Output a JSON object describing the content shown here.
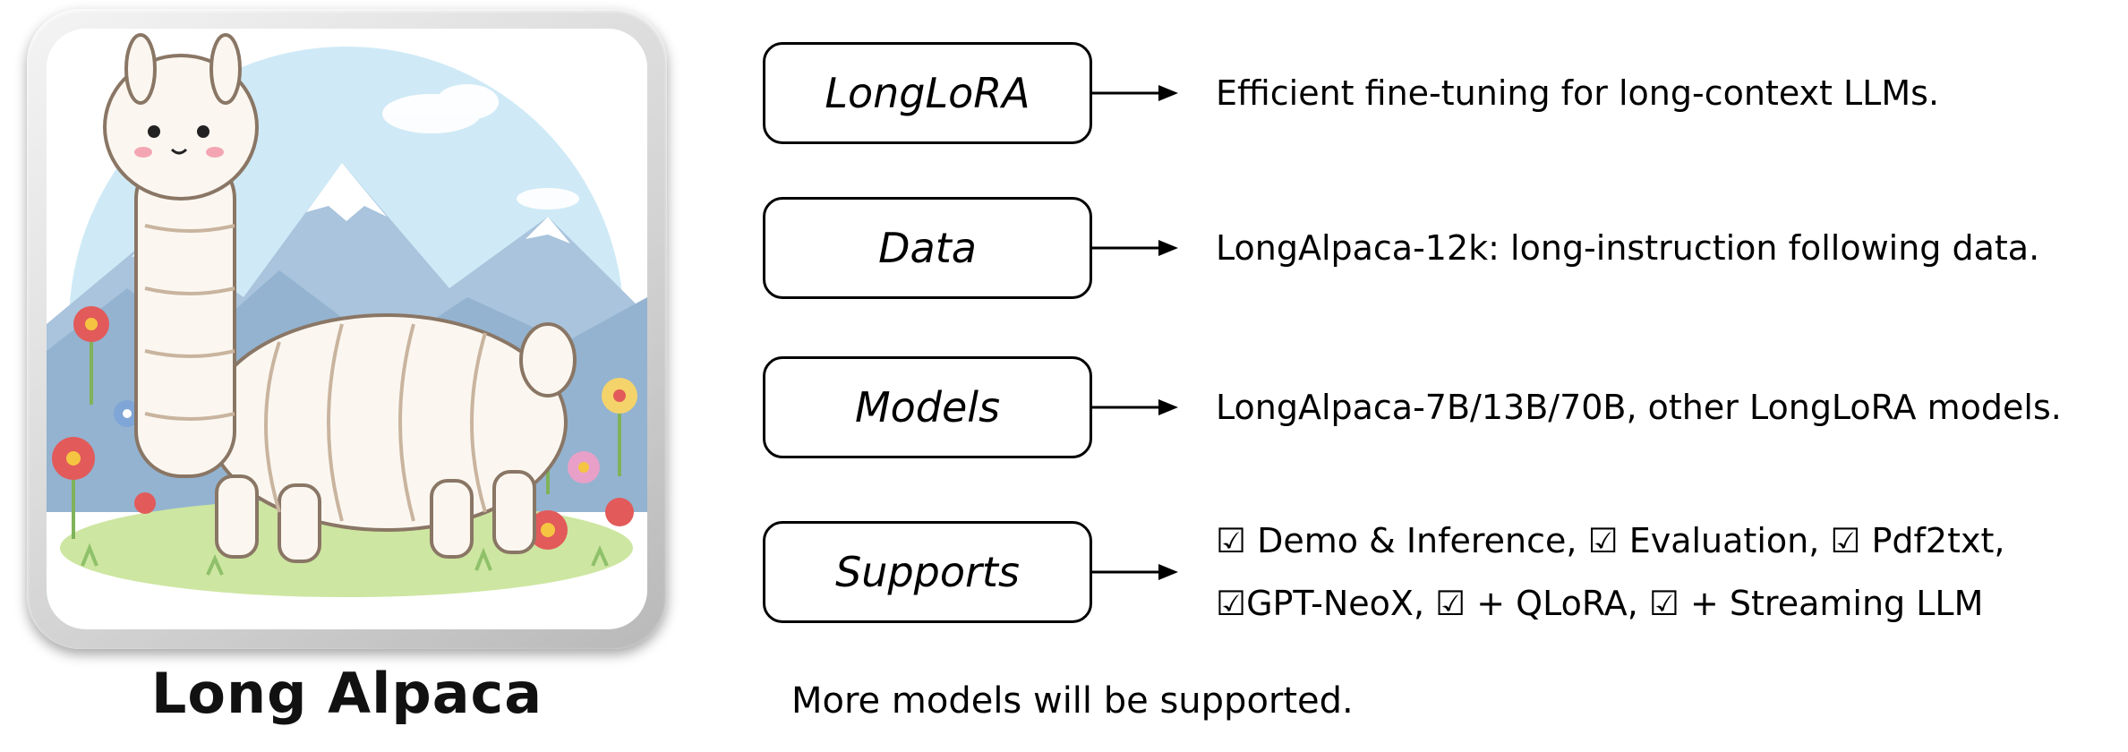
{
  "logo": {
    "title": "Long Alpaca",
    "image": "cartoon-alpaca-in-mountain-meadow"
  },
  "rows": [
    {
      "label": "LongLoRA",
      "description": "Efficient fine-tuning for long-context LLMs."
    },
    {
      "label": "Data",
      "description": "LongAlpaca-12k: long-instruction following data."
    },
    {
      "label": "Models",
      "description": "LongAlpaca-7B/13B/70B, other LongLoRA models."
    },
    {
      "label": "Supports",
      "lines": [
        "☑ Demo & Inference, ☑ Evaluation, ☑ Pdf2txt,",
        "☑GPT-NeoX, ☑ + QLoRA, ☑ + Streaming LLM"
      ]
    }
  ],
  "footer": "More models will be supported.",
  "colors": {
    "sky": "#bfe3f2",
    "mountain": "#9fbcd6",
    "snow": "#ffffff",
    "grass": "#c7e39a",
    "alpaca_fur": "#fbf7f0",
    "alpaca_shade": "#e7d7c4",
    "flower_red": "#e25a5a",
    "flower_blue": "#7fa6d6"
  }
}
